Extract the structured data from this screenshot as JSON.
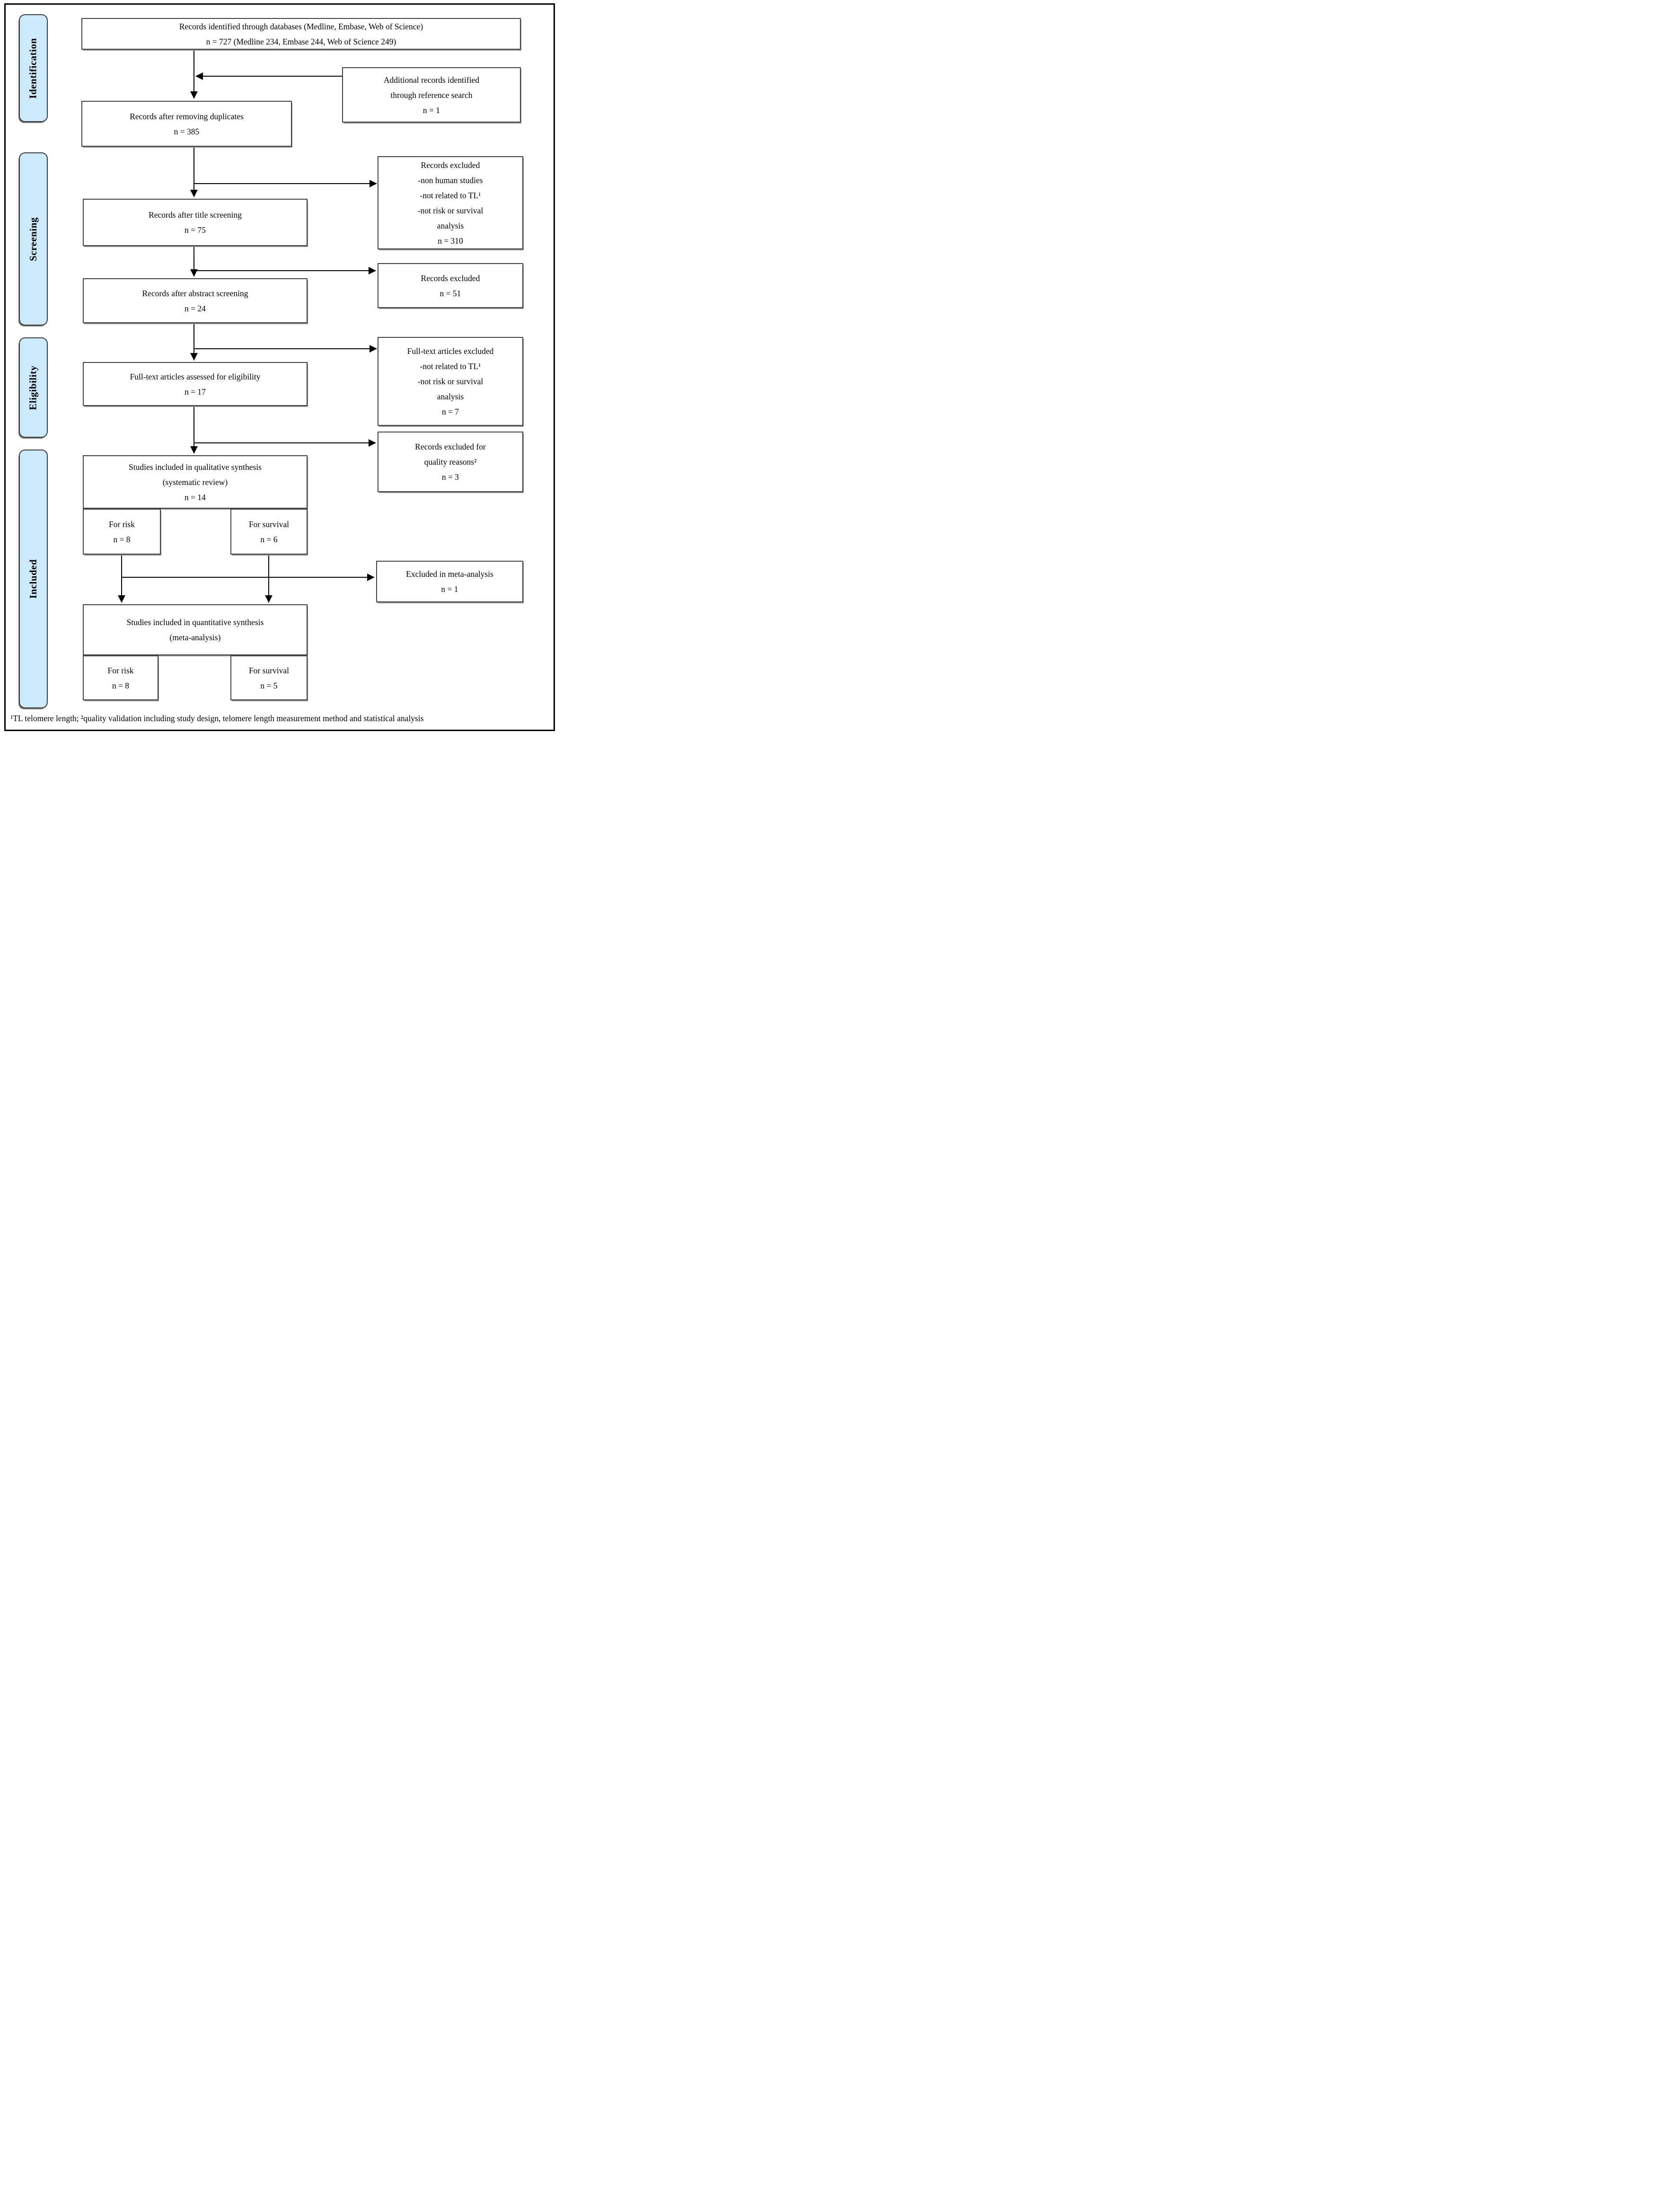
{
  "stages": {
    "identification": "Identification",
    "screening": "Screening",
    "eligibility": "Eligibility",
    "included": "Included"
  },
  "boxes": {
    "records_identified": {
      "lines": [
        "Records identified through databases (Medline, Embase, Web of Science)",
        "n = 727 (Medline 234, Embase 244, Web of Science 249)"
      ]
    },
    "additional_records": {
      "lines": [
        "Additional records identified",
        "through reference search",
        "n = 1"
      ]
    },
    "after_duplicates": {
      "lines": [
        "Records after removing duplicates",
        "n = 385"
      ]
    },
    "excluded_after_duplicates": {
      "lines": [
        "Records excluded",
        "-non human studies",
        "-not related to TL¹",
        "-not risk or survival",
        "analysis",
        "n = 310"
      ]
    },
    "after_title": {
      "lines": [
        "Records after title screening",
        "n = 75"
      ]
    },
    "excluded_after_title": {
      "lines": [
        "Records excluded",
        "n = 51"
      ]
    },
    "after_abstract": {
      "lines": [
        "Records after abstract screening",
        "n = 24"
      ]
    },
    "fulltext_excluded": {
      "lines": [
        "Full-text articles excluded",
        "-not related to TL¹",
        "-not risk or survival",
        "analysis",
        "n = 7"
      ]
    },
    "fulltext_assessed": {
      "lines": [
        "Full-text articles assessed for eligibility",
        "n = 17"
      ]
    },
    "excluded_quality": {
      "lines": [
        "Records excluded for",
        "quality reasons²",
        "n = 3"
      ]
    },
    "qualitative": {
      "lines": [
        "Studies included in qualitative synthesis",
        "(systematic review)",
        "n = 14"
      ]
    },
    "qualitative_risk": {
      "lines": [
        "For risk",
        "n = 8"
      ]
    },
    "qualitative_survival": {
      "lines": [
        "For survival",
        "n = 6"
      ]
    },
    "excluded_meta": {
      "lines": [
        "Excluded in meta-analysis",
        "n = 1"
      ]
    },
    "quantitative": {
      "lines": [
        "Studies included in quantitative synthesis",
        "(meta-analysis)"
      ]
    },
    "quantitative_risk": {
      "lines": [
        "For risk",
        "n = 8"
      ]
    },
    "quantitative_survival": {
      "lines": [
        "For survival",
        "n = 5"
      ]
    }
  },
  "footnote": "¹TL telomere length; ²quality validation including study design, telomere length measurement method and statistical analysis",
  "colors": {
    "stage_fill": "#cfe9fc",
    "stage_border": "#3d3d3d",
    "box_border": "#434343",
    "connector": "#000000"
  }
}
